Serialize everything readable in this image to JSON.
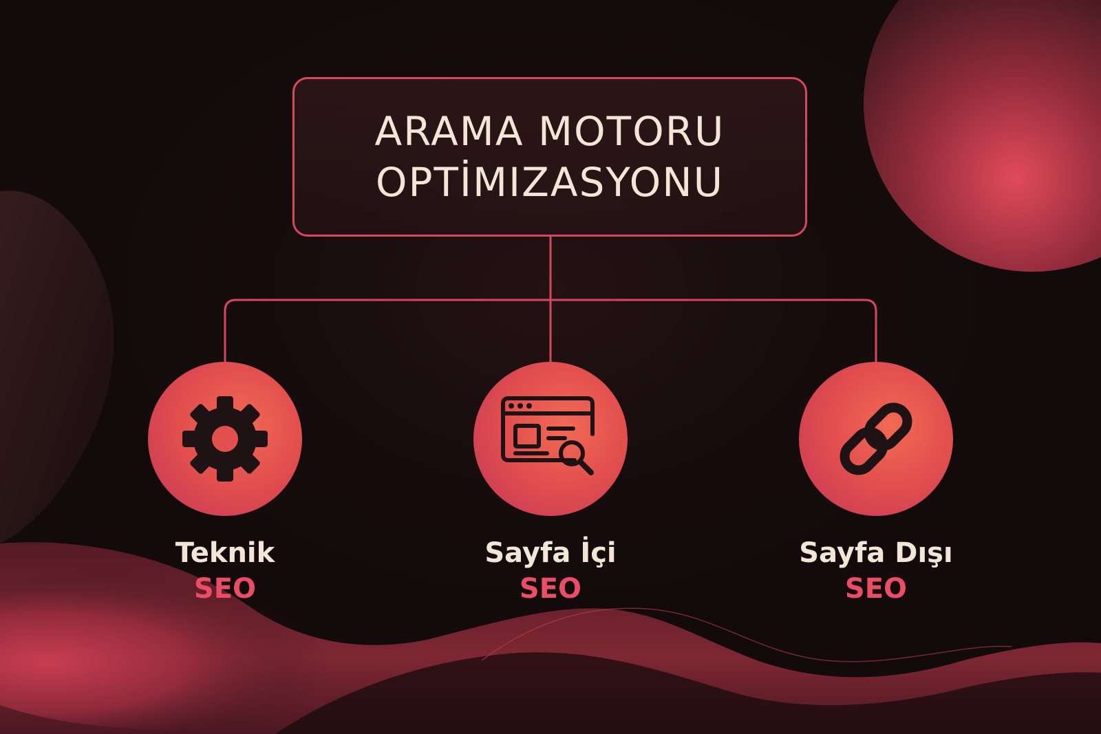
{
  "title": {
    "line1": "ARAMA MOTORU",
    "line2": "OPTİMIZASYONU"
  },
  "nodes": [
    {
      "id": "teknik",
      "line1": "Teknik",
      "line2": "SEO",
      "icon": "gear-icon"
    },
    {
      "id": "sayfa-ici",
      "line1": "Sayfa İçi",
      "line2": "SEO",
      "icon": "browser-search-icon"
    },
    {
      "id": "sayfa-disi",
      "line1": "Sayfa Dışı",
      "line2": "SEO",
      "icon": "link-icon"
    }
  ],
  "colors": {
    "background": "#140b0c",
    "accent": "#d9475e",
    "accent_text": "#ec4d66",
    "node_fill": "#e2504e",
    "title_text": "#f3e6d6",
    "icon": "#1e1214"
  }
}
